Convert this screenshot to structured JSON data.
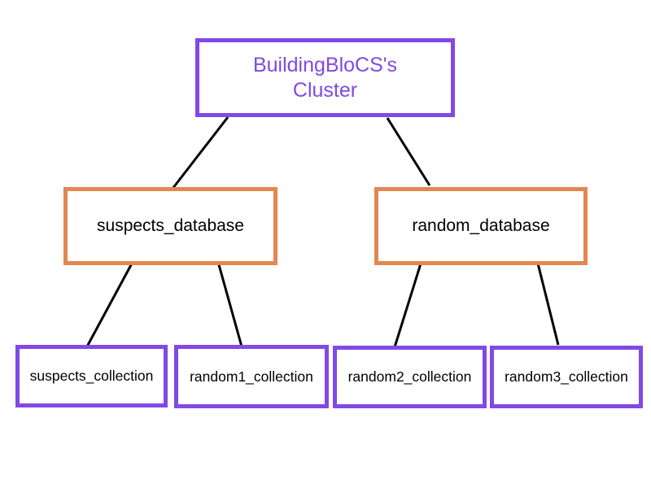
{
  "cluster": {
    "label": "BuildingBloCS's\nCluster",
    "border_color": "#8149e5",
    "text_color": "#8149e5"
  },
  "databases": [
    {
      "label": "suspects_database"
    },
    {
      "label": "random_database"
    }
  ],
  "database_border_color": "#e38651",
  "collections": [
    {
      "label": "suspects_collection",
      "database": "suspects_database"
    },
    {
      "label": "random1_collection",
      "database": "suspects_database"
    },
    {
      "label": "random2_collection",
      "database": "random_database"
    },
    {
      "label": "random3_collection",
      "database": "random_database"
    }
  ],
  "collection_border_color": "#8149e5",
  "connector_color": "#000000"
}
